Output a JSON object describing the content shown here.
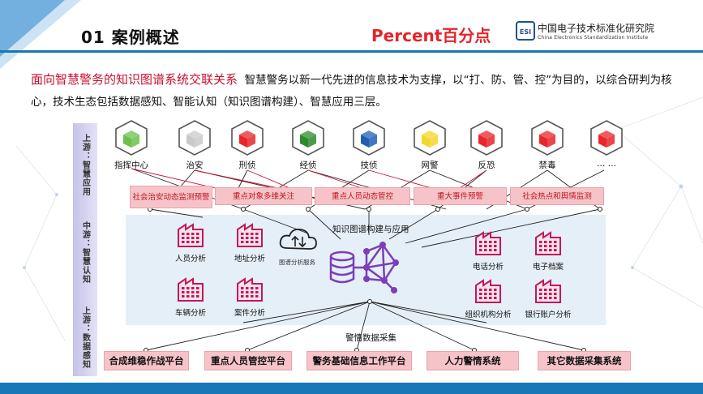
{
  "header": {
    "title": "01 案例概述",
    "brand": "Percent百分点",
    "org_cn": "中国电子技术标准化研究院",
    "org_en": "China Electronics Standardization Institute",
    "org_logo_text": "ESI"
  },
  "intro": {
    "highlight": "面向智慧警务的知识图谱系统交联关系",
    "body": "智慧警务以新一代先进的信息技术为支撑，以“打、防、管、控”为目的，以综合研判为核心，技术生态包括数据感知、智能认知（知识图谱构建）、智慧应用三层。"
  },
  "layers": [
    {
      "label": "上游：智慧应用"
    },
    {
      "label": "中游：智慧认知"
    },
    {
      "label": "上游：数据感知"
    }
  ],
  "cubes": [
    {
      "label": "指挥中心",
      "color": "#6cc24a"
    },
    {
      "label": "治安",
      "color": "#c9c9c9"
    },
    {
      "label": "刑侦",
      "color": "#e8262b"
    },
    {
      "label": "经侦",
      "color": "#2f8a2a"
    },
    {
      "label": "技侦",
      "color": "#1f5fb3"
    },
    {
      "label": "网警",
      "color": "#f2d62c"
    },
    {
      "label": "反恐",
      "color": "#e8262b"
    },
    {
      "label": "禁毒",
      "color": "#e8262b"
    },
    {
      "label": "… …",
      "color": "#e8262b"
    }
  ],
  "scenarios": [
    {
      "label": "社会治安动态监测预警"
    },
    {
      "label": "重点对象多维关注"
    },
    {
      "label": "重点人员动态管控"
    },
    {
      "label": "重大事件预警"
    },
    {
      "label": "社会热点和舆情监测"
    }
  ],
  "knowledge": {
    "title": "知识图谱构建与应用",
    "cloud_label": "图谱分析服务"
  },
  "modules_left": [
    {
      "label": "人员分析"
    },
    {
      "label": "地址分析"
    },
    {
      "label": "车辆分析"
    },
    {
      "label": "案件分析"
    }
  ],
  "modules_right": [
    {
      "label": "电话分析"
    },
    {
      "label": "电子档案"
    },
    {
      "label": "组织机构分析"
    },
    {
      "label": "银行账户分析"
    }
  ],
  "collect_label": "警情数据采集",
  "platforms": [
    {
      "label": "合成维稳作战平台"
    },
    {
      "label": "重点人员管控平台"
    },
    {
      "label": "警务基础信息工作平台"
    },
    {
      "label": "人力警情系统"
    },
    {
      "label": "其它数据采集系统"
    }
  ],
  "colors": {
    "accent_red": "#c8102e",
    "brand_red": "#e4242b",
    "scenario_fill": "#f6c4c8",
    "module_pink": "#c2185b",
    "graph_purple": "#7b3fb8",
    "footer_blue": "#1976b7"
  }
}
